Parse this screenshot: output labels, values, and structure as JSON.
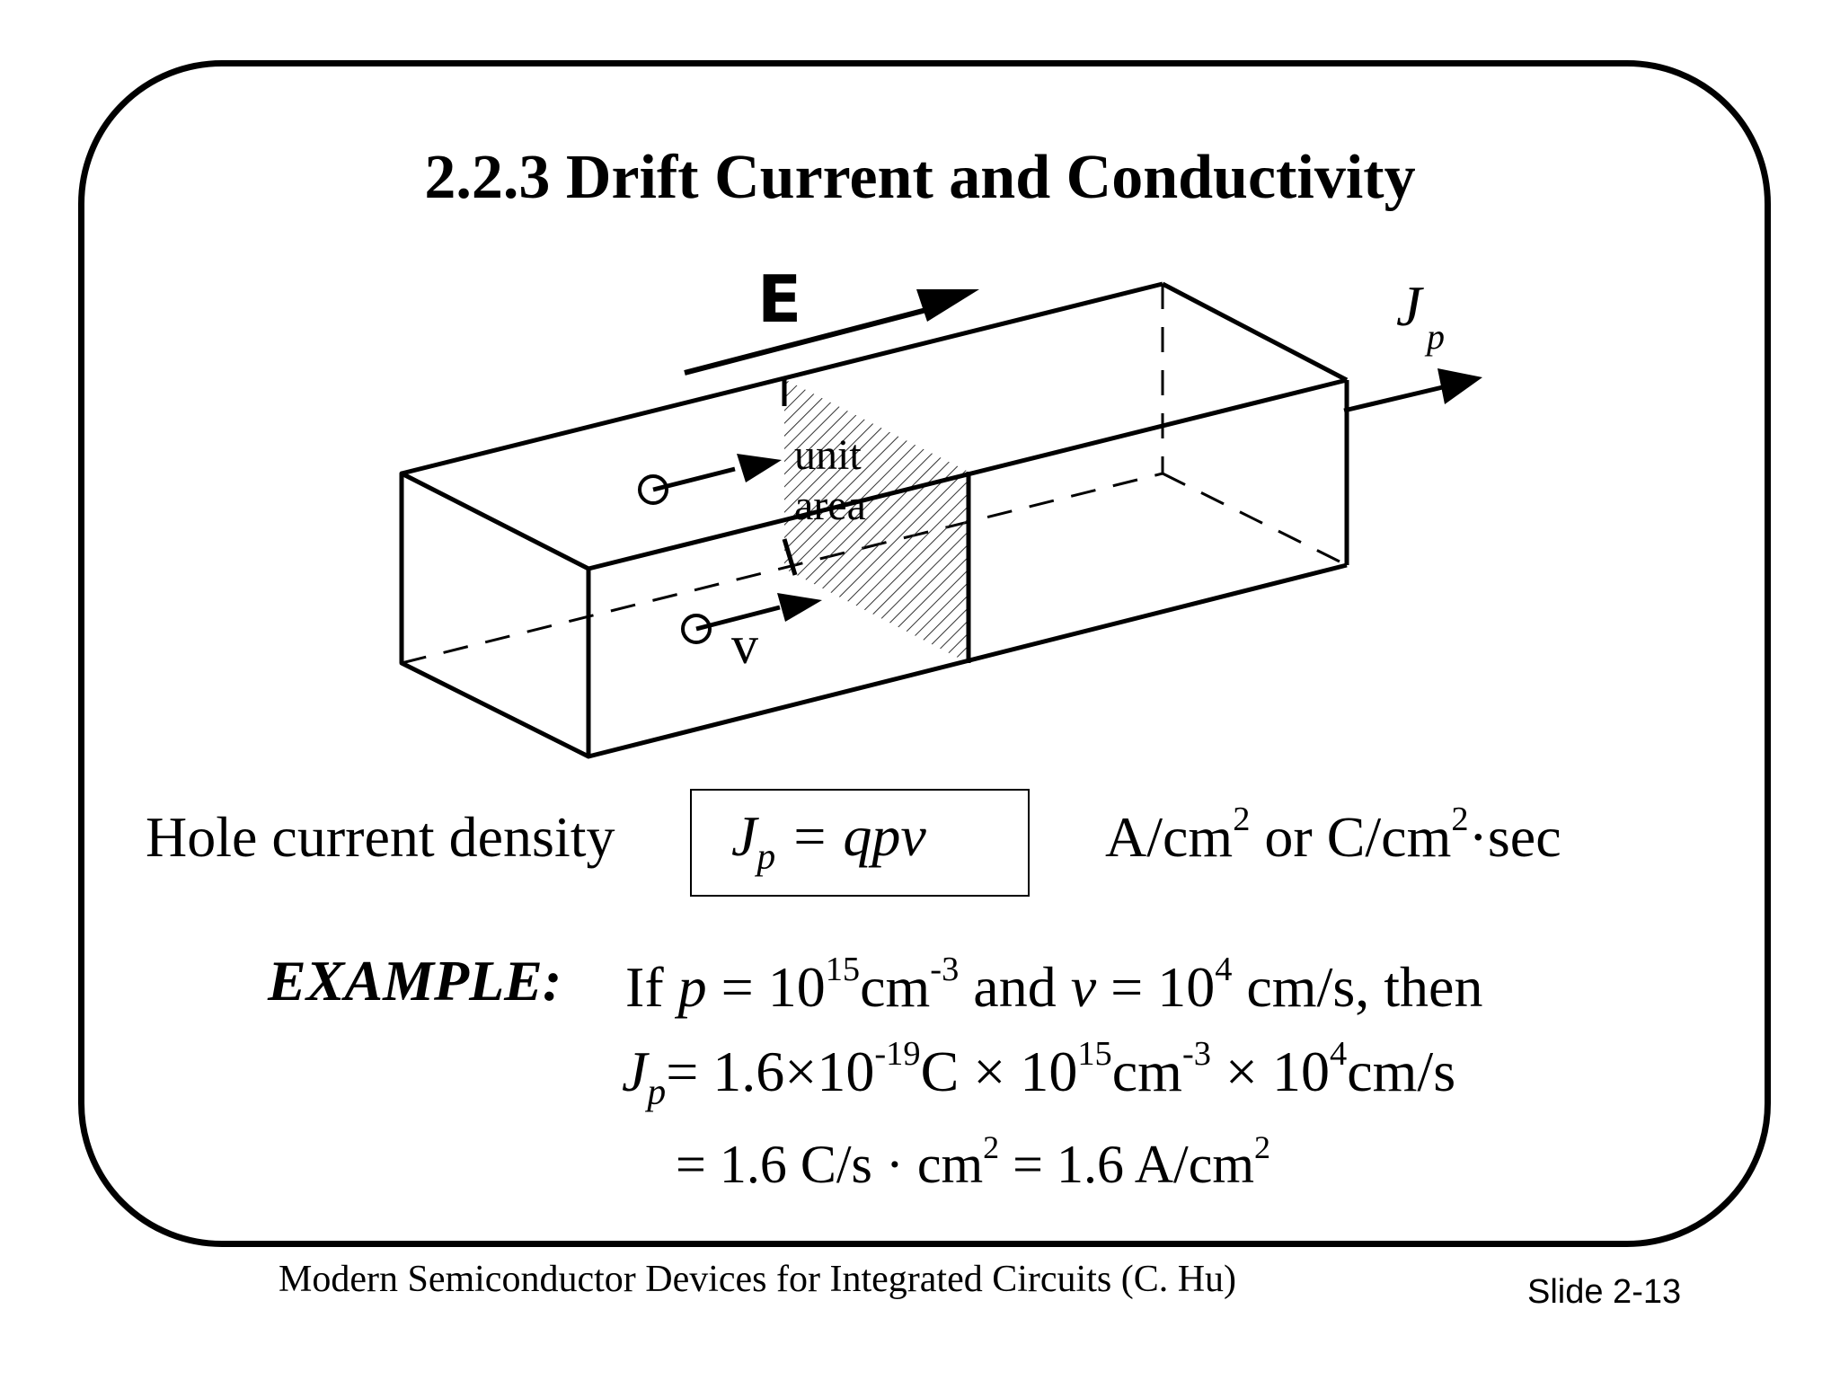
{
  "title": "2.2.3   Drift Current and Conductivity",
  "diagram": {
    "field_label": "E",
    "current_label_main": "J",
    "current_label_sub": "p",
    "area_label_line1": "unit",
    "area_label_line2": "area",
    "velocity_label": "v"
  },
  "hole_current": {
    "label": "Hole current density",
    "eq_J": "J",
    "eq_sub": "p",
    "eq_rhs": " = qpv",
    "units_A": "A/cm",
    "units_exp1": "2",
    "units_mid": " or C/cm",
    "units_exp2": "2",
    "units_end": "·sec"
  },
  "example": {
    "label": "EXAMPLE:",
    "line1": {
      "if": "If ",
      "p": "p",
      "eq1": " = 10",
      "exp1": "15",
      "cm": "cm",
      "exp2": "-3",
      "and": " and ",
      "v": "v",
      "eq2": " = 10",
      "exp3": "4",
      "tail": " cm/s, then"
    },
    "line2": {
      "J": "J",
      "sub": "p",
      "a": "= 1.6×10",
      "exp1": "-19",
      "b": "C × 10",
      "exp2": "15",
      "c": "cm",
      "exp3": "-3",
      "d": " × 10",
      "exp4": "4",
      "e": "cm/s"
    },
    "line3": {
      "a": "=   1.6 C/s · cm",
      "exp1": "2",
      "b": " = 1.6 A/cm",
      "exp2": "2"
    }
  },
  "footer": "Modern Semiconductor Devices for Integrated Circuits (C. Hu)",
  "slide_number": "Slide 2-13"
}
